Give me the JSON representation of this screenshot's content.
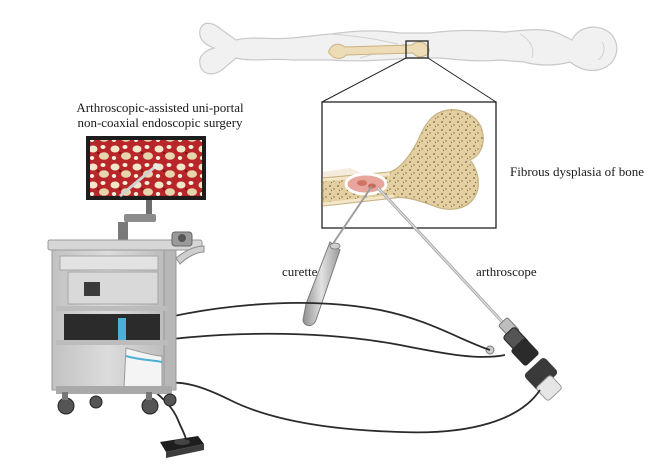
{
  "labels": {
    "surgery_line1": "Arthroscopic-assisted uni-portal",
    "surgery_line2": "non-coaxial endoscopic surgery",
    "lesion": "Fibrous dysplasia of bone",
    "curette": "curette",
    "arthroscope": "arthroscope"
  },
  "colors": {
    "skin_outline": "#c9c9c9",
    "body_fill": "#f1f1f1",
    "bone": "#eddcb5",
    "bone_outline": "#c7b284",
    "lesion": "#e8a59b",
    "cart": "#c9c9c9",
    "cart_dark": "#2b2b2b",
    "cable": "#2a2a2a",
    "instrument": "#b8b8b8",
    "accent_blue": "#4fb0d6"
  },
  "icons": [
    "patient-body",
    "femur-bone",
    "zoom-box",
    "monitor",
    "endoscopy-cart",
    "foot-pedal",
    "curette",
    "arthroscope",
    "camera-head"
  ]
}
